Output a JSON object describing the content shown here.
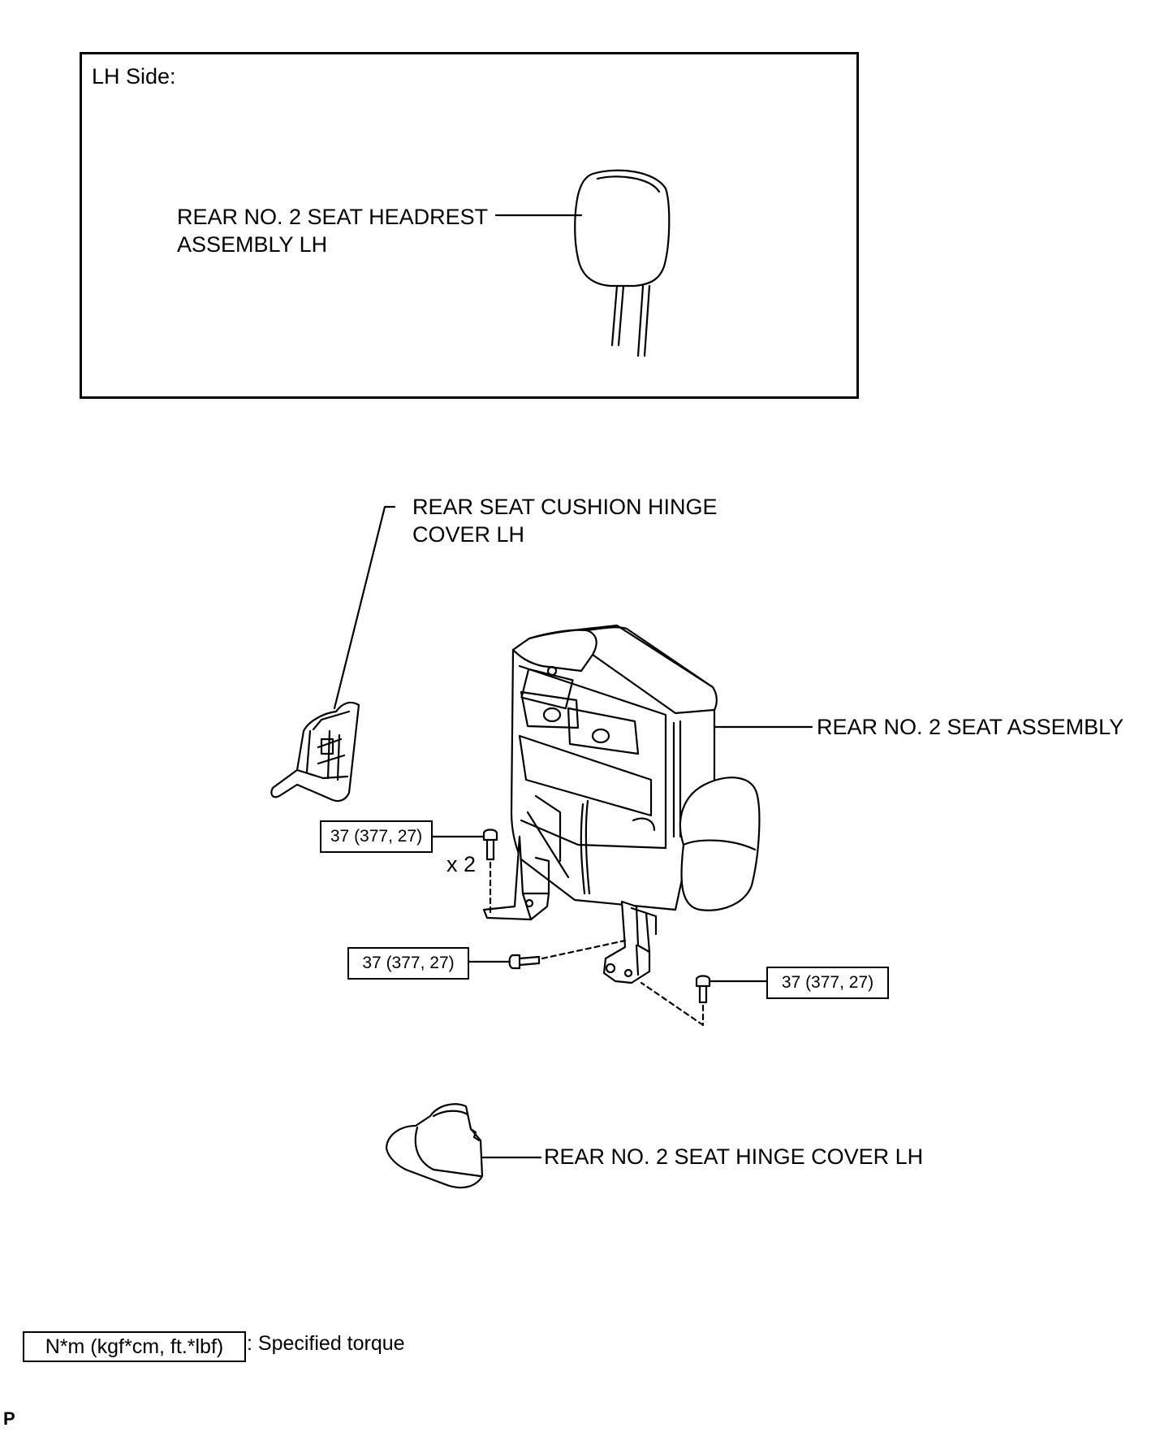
{
  "inset": {
    "title": "LH Side:"
  },
  "parts": {
    "headrest_line1": "REAR NO. 2 SEAT HEADREST",
    "headrest_line2": "ASSEMBLY LH",
    "cushion_cover_line1": "REAR SEAT CUSHION HINGE",
    "cushion_cover_line2": "COVER LH",
    "seat_assembly": "REAR NO. 2 SEAT ASSEMBLY",
    "seat_hinge_cover": "REAR NO. 2 SEAT HINGE COVER LH"
  },
  "torques": {
    "upper_bolts": "37 (377, 27)",
    "upper_qty": "x 2",
    "middle_bolt": "37 (377, 27)",
    "right_bolt": "37 (377, 27)"
  },
  "legend": {
    "unit_box": "N*m (kgf*cm, ft.*lbf)",
    "description": ": Specified torque"
  },
  "corner_mark": "P"
}
